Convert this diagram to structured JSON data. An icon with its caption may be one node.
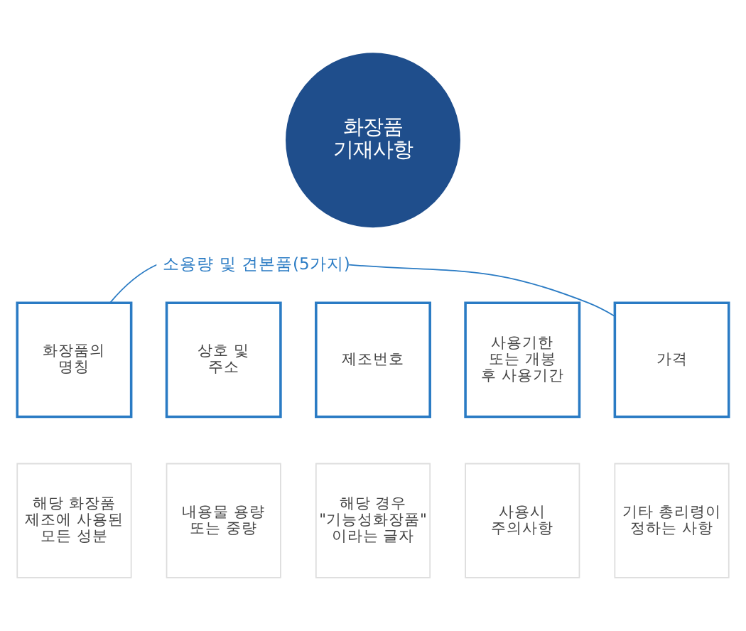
{
  "diagram": {
    "nodes": [
      {
        "text": [
          "화장품 기재사항"
        ]
      },
      {
        "text": [
          "화장품의 명칭"
        ]
      },
      {
        "text": [
          "상호 및 주소"
        ]
      },
      {
        "text": [
          "제조번호"
        ]
      },
      {
        "text": [
          "사용기한 또는 개봉 후 사용기간"
        ]
      },
      {
        "text": [
          "가격"
        ]
      },
      {
        "text": [
          "해당 화장품 제조에 사용된 모든 성분"
        ]
      },
      {
        "text": [
          "내용물 용량 또는 중량"
        ]
      },
      {
        "text": [
          "해당 경우 \"기능성화장품\" 이라는 글자"
        ]
      },
      {
        "text": [
          "사용시 주의사항"
        ]
      },
      {
        "text": [
          "기타 총리령이 정하는 사항"
        ]
      }
    ],
    "edges": [
      {
        "from": 1,
        "to": 5,
        "arrow": "none",
        "label": "소용량 및 견본품(5가지)"
      }
    ]
  }
}
